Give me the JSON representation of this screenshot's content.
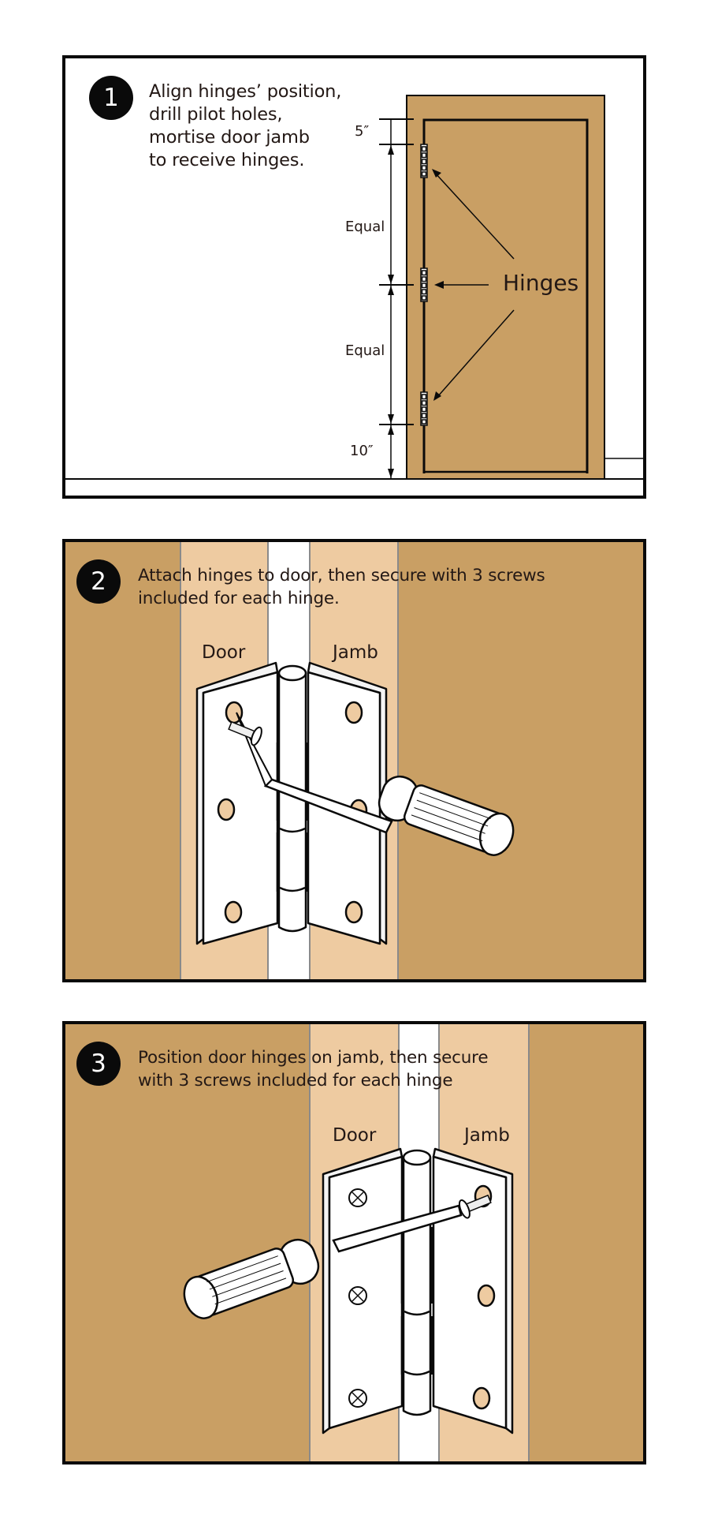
{
  "colors": {
    "wood_dark": "#c99f64",
    "wood_light": "#eecba1",
    "gap_white": "#ffffff",
    "outline": "#0a0a0a",
    "text": "#231815"
  },
  "steps": [
    {
      "number": "1",
      "text": "Align hinges’ position,\ndrill pilot holes,\nmortise door jamb\nto receive hinges.",
      "diagram": {
        "dimensions": {
          "top": "5″",
          "upper_span": "Equal",
          "lower_span": "Equal",
          "bottom": "10″"
        },
        "callout": "Hinges",
        "hinge_count": 3
      }
    },
    {
      "number": "2",
      "text": "Attach hinges to door, then secure with 3 screws\nincluded for each hinge.",
      "labels": {
        "left": "Door",
        "right": "Jamb"
      }
    },
    {
      "number": "3",
      "text": "Position door hinges on jamb, then secure\nwith 3 screws included for each hinge",
      "labels": {
        "left": "Door",
        "right": "Jamb"
      }
    }
  ]
}
